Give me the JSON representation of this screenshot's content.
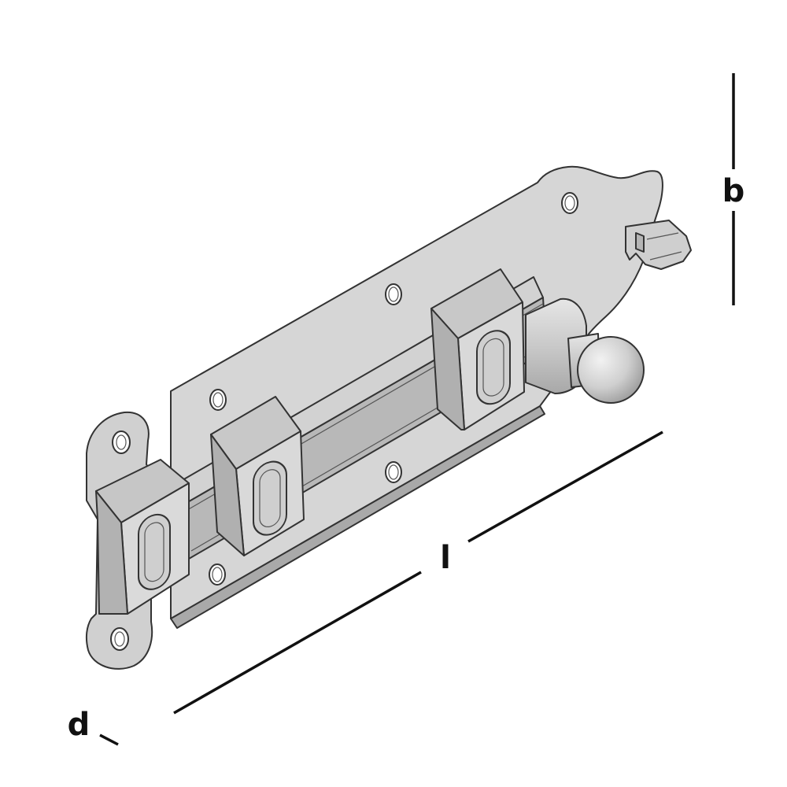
{
  "dimensions": {
    "length_label": "l",
    "width_label": "b",
    "depth_label": "d"
  },
  "colors": {
    "steel_light": "#dcdcdc",
    "steel_mid": "#c4c4c4",
    "steel_dark": "#a9a9a9",
    "edge": "#333333",
    "dimension_lines": "#111111",
    "background": "#ffffff"
  }
}
